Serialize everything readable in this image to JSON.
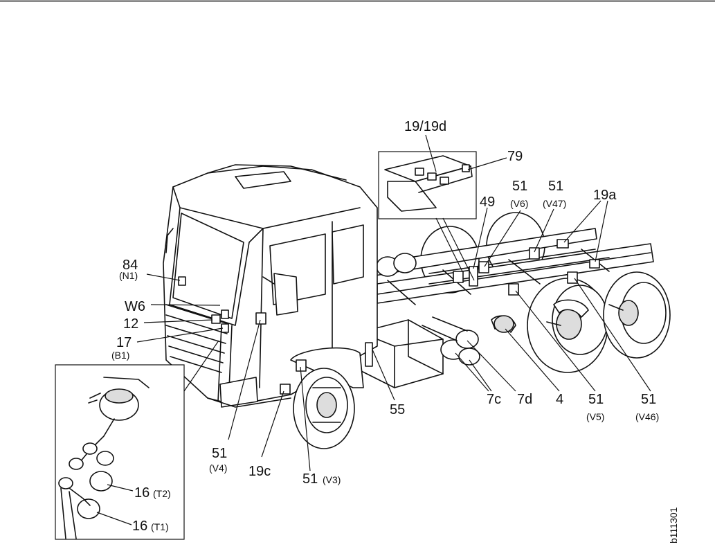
{
  "labels": {
    "l_1919d": "19/19d",
    "l_79": "79",
    "l_49": "49",
    "l_51_v6": "51",
    "l_51_v6_sub": "(V6)",
    "l_51_v47": "51",
    "l_51_v47_sub": "(V47)",
    "l_19a": "19a",
    "l_84": "84",
    "l_84_sub": "(N1)",
    "l_w6": "W6",
    "l_12": "12",
    "l_17": "17",
    "l_17_sub": "(B1)",
    "l_51_v4": "51",
    "l_51_v4_sub": "(V4)",
    "l_19c": "19c",
    "l_51_v3": "51",
    "l_51_v3_sub": "(V3)",
    "l_55": "55",
    "l_7c": "7c",
    "l_7d": "7d",
    "l_4": "4",
    "l_51_v5": "51",
    "l_51_v5_sub": "(V5)",
    "l_51_v46": "51",
    "l_51_v46_sub": "(V46)",
    "l_16_t2": "16",
    "l_16_t2_sub": "(T2)",
    "l_16_t1": "16",
    "l_16_t1_sub": "(T1)",
    "figure_id": "b111301"
  }
}
